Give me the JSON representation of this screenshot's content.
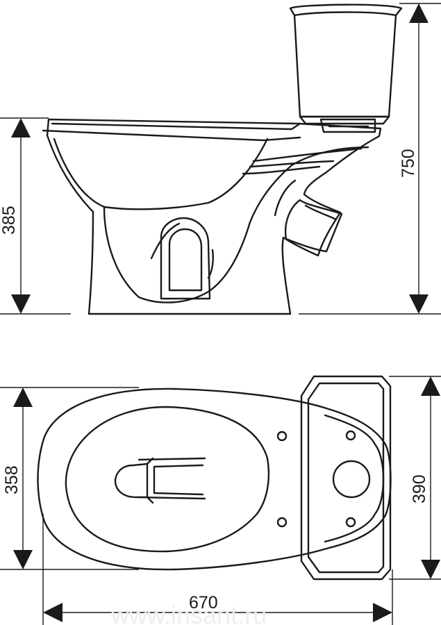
{
  "dimensions": {
    "side_height_bowl": "385",
    "side_height_total": "750",
    "top_width_bowl": "358",
    "top_width_tank": "390",
    "overall_length": "670"
  },
  "watermark": "www.insant.ru",
  "colors": {
    "line": "#1a1a1a",
    "background": "#ffffff",
    "watermark": "#eeeeee"
  }
}
